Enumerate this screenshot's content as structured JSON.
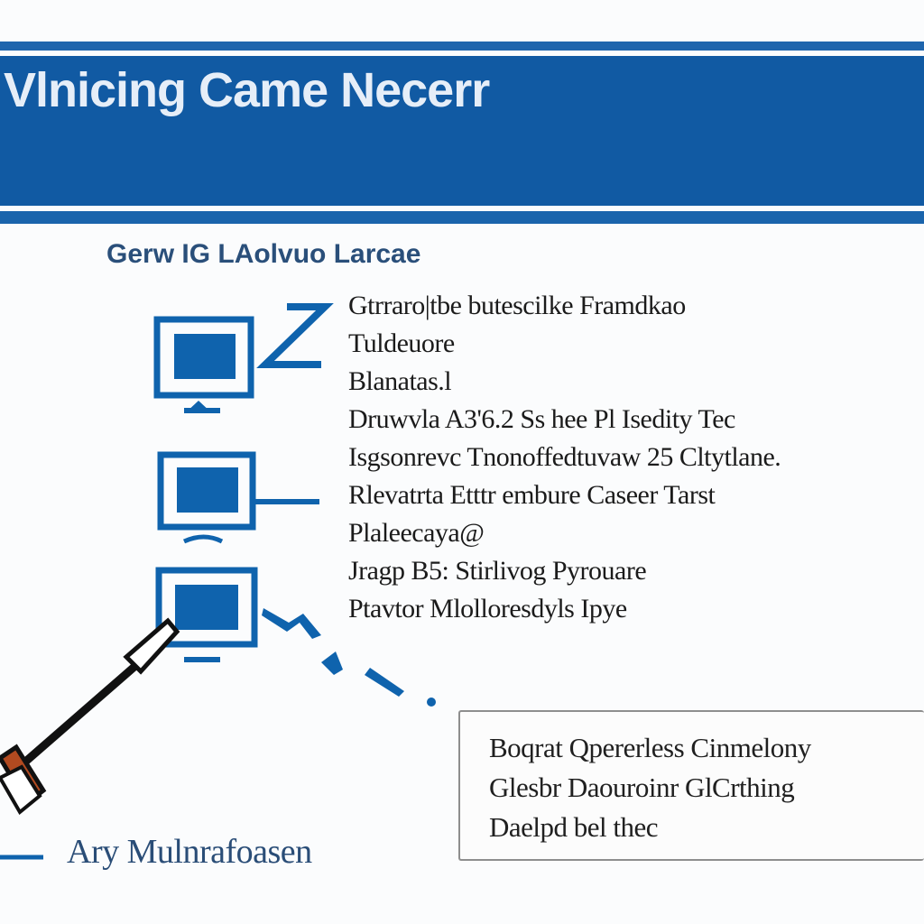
{
  "header": {
    "title": "r Vlnicing Came Necerr"
  },
  "subtitle": "Gerw IG LAolvuo Larcae",
  "text_lines": [
    "Gtrraro|tbe butescilke Framdkao",
    "Tuldeuore",
    "Blanatas.l",
    "Druwvla A3'6.2 Ss hee Pl Isedity Tec",
    "Isgsonrevc Tnonoffedtuvaw 25 Cltytlane.",
    "Rlevatrta Etttr embure Caseer Tarst",
    "Plaleecaya@",
    "Jragp B5: Stirlivog Pyrouare",
    "Ptavtor Mlolloresdyls Ipye"
  ],
  "note_box": {
    "lines": [
      "Boqrat Qpererless Cinmelony",
      "Glesbr Daouroinr GlCrthing",
      "Daelpd bel thec"
    ]
  },
  "caption": "Ary Mulnrafoasen",
  "colors": {
    "header_blue": "#115aa3",
    "diagram_blue": "#0f63ad",
    "title_text": "#e6eef8",
    "subtitle_text": "#2a4f7a"
  },
  "icons": [
    "monitor-icon",
    "monitor-icon",
    "monitor-icon",
    "screwdriver-icon",
    "lightning-icon"
  ]
}
